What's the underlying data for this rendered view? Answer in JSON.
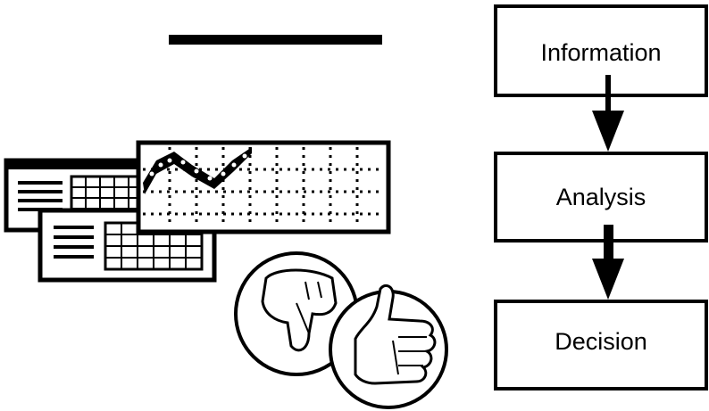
{
  "flowchart": {
    "steps": [
      {
        "label": "Information"
      },
      {
        "label": "Analysis"
      },
      {
        "label": "Decision"
      }
    ]
  },
  "clipart": {
    "icons": [
      "title-bar-icon",
      "spreadsheet-document-icon",
      "line-chart-icon",
      "thumbs-down-icon",
      "thumbs-up-icon"
    ]
  },
  "colors": {
    "ink": "#000000",
    "background": "#ffffff"
  }
}
